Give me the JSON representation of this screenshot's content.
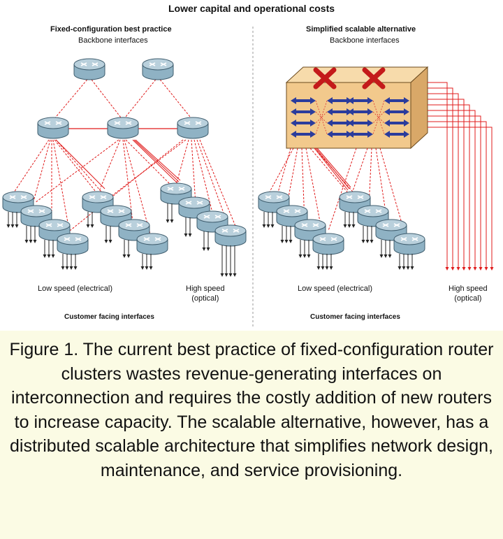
{
  "title": "Lower capital and operational costs",
  "left_panel": {
    "title": "Fixed-configuration best practice",
    "backbone_label": "Backbone interfaces",
    "low_speed_label": "Low speed (electrical)",
    "high_speed_label_line1": "High speed",
    "high_speed_label_line2": "(optical)",
    "customer_label": "Customer facing interfaces"
  },
  "right_panel": {
    "title": "Simplified scalable alternative",
    "backbone_label": "Backbone interfaces",
    "low_speed_label": "Low speed (electrical)",
    "high_speed_label_line1": "High speed",
    "high_speed_label_line2": "(optical)",
    "customer_label": "Customer facing interfaces"
  },
  "caption": "Figure 1. The current best practice of fixed-configuration router clusters wastes revenue-generating interfaces on interconnection and requires the costly addition of new routers to increase capacity. The scalable alternative, however, has a distributed scalable architecture that simplifies network design, maintenance, and service provisioning.",
  "colors": {
    "router_body": "#8fb2c4",
    "router_top": "#b9d0dc",
    "link": "#e01b1b",
    "chassis": "#f2c98c",
    "caption_bg": "#fbfbe4",
    "port_arrow": "#2b3c9c"
  },
  "icons": [
    "router-icon",
    "switch-chassis-icon",
    "x-mark-icon",
    "arrow-icon"
  ]
}
